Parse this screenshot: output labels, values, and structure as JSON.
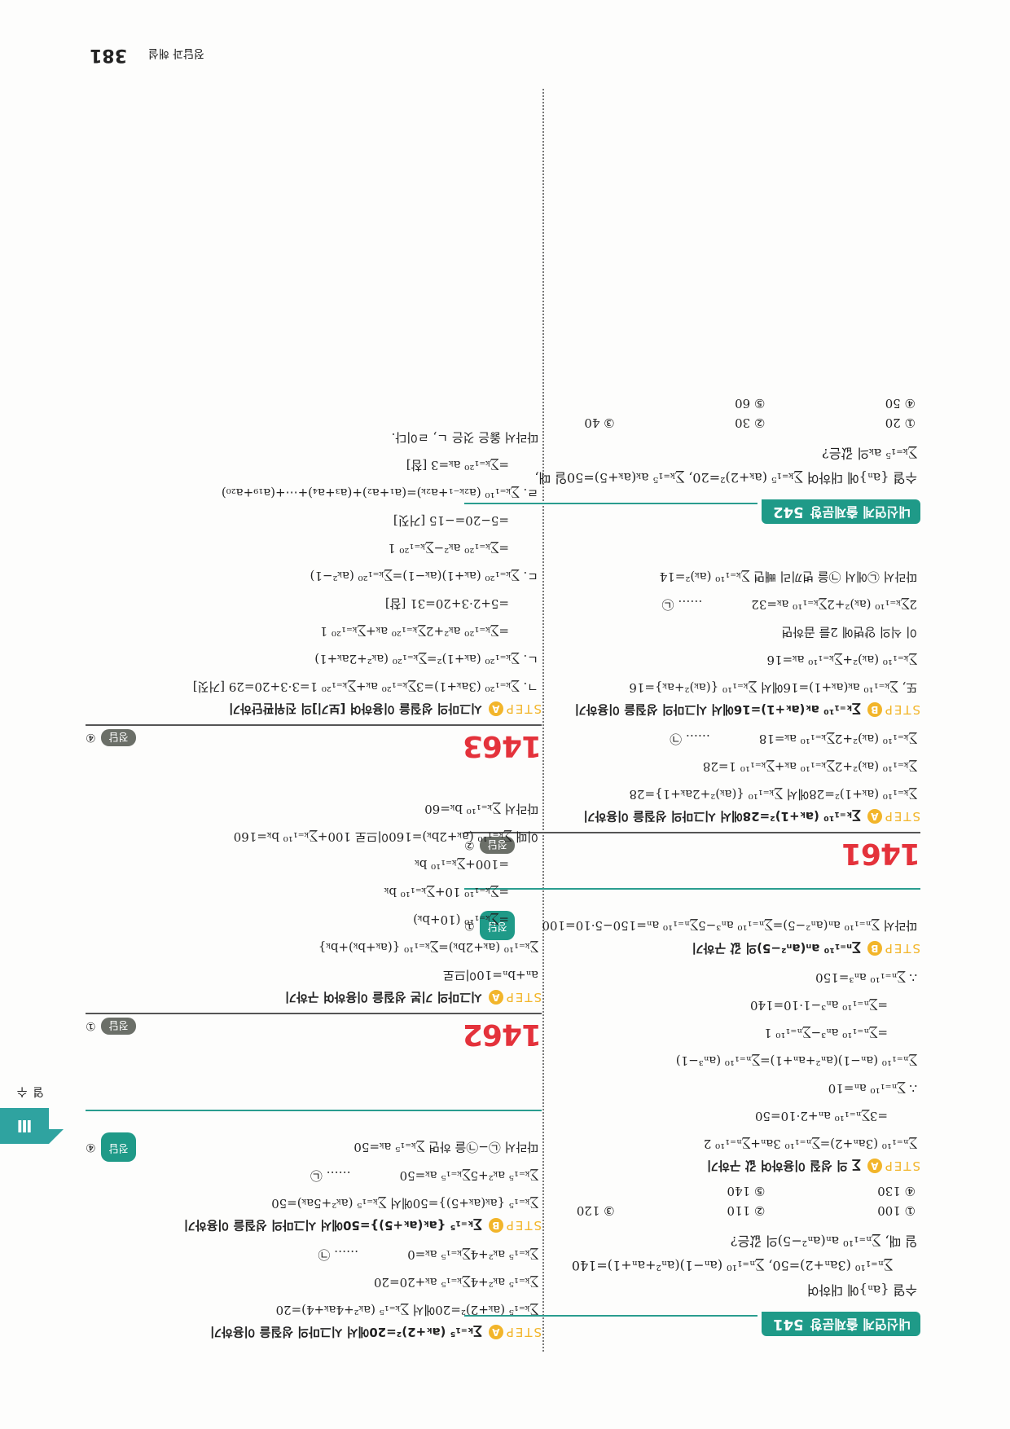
{
  "header": {
    "section": "정답과 해설",
    "page_number": "381"
  },
  "side_tab": {
    "roman": "Ⅲ",
    "label": "수열"
  },
  "left_column": {
    "problem_541": {
      "badge_label": "내신연계 출제문항",
      "badge_number": "541",
      "text_1": "수열 {aₙ}에 대하여",
      "text_2": "∑ₙ₌₁¹⁰ (3aₙ+2)=50, ∑ₙ₌₁¹⁰ (aₙ−1)(aₙ²+aₙ+1)=140",
      "text_3": "일 때, ∑ₙ₌₁¹⁰ aₙ(aₙ²−5)의 값은?",
      "choices": [
        "① 100",
        "② 110",
        "③ 120",
        "④ 130",
        "⑤ 140"
      ]
    },
    "solution_541": {
      "step_a_title": "∑ 의 성질 이용하여 값 구하기",
      "lines_a": [
        "∑ₙ₌₁¹⁰ (3aₙ+2)=∑ₙ₌₁¹⁰ 3aₙ+∑ₙ₌₁¹⁰ 2",
        "=3∑ₙ₌₁¹⁰ aₙ+2·10=50",
        "∴ ∑ₙ₌₁¹⁰ aₙ=10",
        "∑ₙ₌₁¹⁰ (aₙ−1)(aₙ²+aₙ+1)=∑ₙ₌₁¹⁰ (aₙ³−1)",
        "=∑ₙ₌₁¹⁰ aₙ³−∑ₙ₌₁¹⁰ 1",
        "=∑ₙ₌₁¹⁰ aₙ³−1·10=140",
        "∴ ∑ₙ₌₁¹⁰ aₙ³=150"
      ],
      "step_b_title": "∑ₙ₌₁¹⁰ aₙ(aₙ²−5)의 값 구하기",
      "final": "따라서 ∑ₙ₌₁¹⁰ aₙ(aₙ²−5)=∑ₙ₌₁¹⁰ aₙ³−5∑ₙ₌₁¹⁰ aₙ=150−5·10=100",
      "answer_label": "정답",
      "answer": "①"
    },
    "solution_1461": {
      "number": "1461",
      "answer_label": "정답",
      "answer": "②",
      "step_a_title": "∑ₖ₌₁¹⁰ (aₖ+1)²=28에서 시그마의 성질을 이용하기",
      "lines_a": [
        "∑ₖ₌₁¹⁰ (aₖ+1)²=28에서 ∑ₖ₌₁¹⁰ {(aₖ)²+2aₖ+1}=28",
        "∑ₖ₌₁¹⁰ (aₖ)²+2∑ₖ₌₁¹⁰ aₖ+∑ₖ₌₁¹⁰ 1=28",
        "∑ₖ₌₁¹⁰ (aₖ)²+2∑ₖ₌₁¹⁰ aₖ=18"
      ],
      "mark_a": "…… ㉠",
      "step_b_title": "∑ₖ₌₁¹⁰ aₖ(aₖ+1)=16에서 시그마의 성질을 이용하기",
      "lines_b": [
        "또, ∑ₖ₌₁¹⁰ aₖ(aₖ+1)=16에서 ∑ₖ₌₁¹⁰ {(aₖ)²+aₖ}=16",
        "∑ₖ₌₁¹⁰ (aₖ)²+∑ₖ₌₁¹⁰ aₖ=16",
        "이 식의 양변에 2를 곱하면",
        "2∑ₖ₌₁¹⁰ (aₖ)²+2∑ₖ₌₁¹⁰ aₖ=32"
      ],
      "mark_b": "…… ㉡",
      "final": "따라서 ㉡에서 ㉠을 변끼리 빼면 ∑ₖ₌₁¹⁰ (aₖ)²=14"
    },
    "problem_542": {
      "badge_label": "내신연계 출제문항",
      "badge_number": "542",
      "text_1": "수열 {aₙ}에 대하여 ∑ₖ₌₁⁵ (aₖ+2)²=20, ∑ₖ₌₁⁵ aₖ(aₖ+5)=50일 때,",
      "text_2": "∑ₖ₌₁⁵ aₖ의 값은?",
      "choices": [
        "① 20",
        "② 30",
        "③ 40",
        "④ 50",
        "⑤ 60"
      ]
    }
  },
  "right_column": {
    "solution_542": {
      "step_a_title": "∑ₖ₌₁⁵ (aₖ+2)²=20에서 시그마의 성질을 이용하기",
      "lines_a": [
        "∑ₖ₌₁⁵ (aₖ+2)²=20에서 ∑ₖ₌₁⁵ (aₖ²+4aₖ+4)=20",
        "∑ₖ₌₁⁵ aₖ²+4∑ₖ₌₁⁵ aₖ+20=20",
        "∑ₖ₌₁⁵ aₖ²+4∑ₖ₌₁⁵ aₖ=0"
      ],
      "mark_a": "…… ㉠",
      "step_b_title": "∑ₖ₌₁⁵ {aₖ(aₖ+5)}=50에서 시그마의 성질을 이용하기",
      "lines_b": [
        "∑ₖ₌₁⁵ {aₖ(aₖ+5)}=50에서 ∑ₖ₌₁⁵ (aₖ²+5aₖ)=50",
        "∑ₖ₌₁⁵ aₖ²+5∑ₖ₌₁⁵ aₖ=50"
      ],
      "mark_b": "…… ㉡",
      "final": "따라서 ㉡−㉠을 하면 ∑ₖ₌₁⁵ aₖ=50",
      "answer_label": "정답",
      "answer": "④"
    },
    "solution_1462": {
      "number": "1462",
      "answer_label": "정답",
      "answer": "①",
      "step_a_title": "시그마의 기본 성질을 이용하여 구하기",
      "lines": [
        "aₙ+bₙ=10이므로",
        "∑ₖ₌₁¹⁰ (aₖ+2bₖ)=∑ₖ₌₁¹⁰ {(aₖ+bₖ)+bₖ}",
        "=∑ₖ₌₁¹⁰ (10+bₖ)",
        "=∑ₖ₌₁¹⁰ 10+∑ₖ₌₁¹⁰ bₖ",
        "=100+∑ₖ₌₁¹⁰ bₖ",
        "이때 ∑ₖ₌₁¹⁰ (aₖ+2bₖ)=160이므로 100+∑ₖ₌₁¹⁰ bₖ=160",
        "따라서 ∑ₖ₌₁¹⁰ bₖ=60"
      ]
    },
    "solution_1463": {
      "number": "1463",
      "answer_label": "정답",
      "answer": "④",
      "step_a_title": "시그마의 성질을 이용하여 [보기]의 진위판단하기",
      "lines": [
        "ㄱ. ∑ₖ₌₁²⁰ (3aₖ+1)=3∑ₖ₌₁²⁰ aₖ+∑ₖ₌₁²⁰ 1=3·3+20=29 [거짓]",
        "ㄴ. ∑ₖ₌₁²⁰ (aₖ+1)²=∑ₖ₌₁²⁰ (aₖ²+2aₖ+1)",
        "=∑ₖ₌₁²⁰ aₖ²+2∑ₖ₌₁²⁰ aₖ+∑ₖ₌₁²⁰ 1",
        "=5+2·3+20=31 [참]",
        "ㄷ. ∑ₖ₌₁²⁰ (aₖ+1)(aₖ−1)=∑ₖ₌₁²⁰ (aₖ²−1)",
        "=∑ₖ₌₁²⁰ aₖ²−∑ₖ₌₁²⁰ 1",
        "=5−20=−15 [거짓]",
        "ㄹ. ∑ₖ₌₁¹⁰ (a₂ₖ₋₁+a₂ₖ)=(a₁+a₂)+(a₃+a₄)+⋯+(a₁₉+a₂₀)",
        "=∑ₖ₌₁²⁰ aₖ=3 [참]",
        "따라서 옳은 것은 ㄴ, ㄹ이다."
      ]
    }
  },
  "colors": {
    "teal": "#1f9a88",
    "red": "#e4323b",
    "step_yellow": "#f2b52a",
    "pill_gray": "#6b6f68"
  }
}
